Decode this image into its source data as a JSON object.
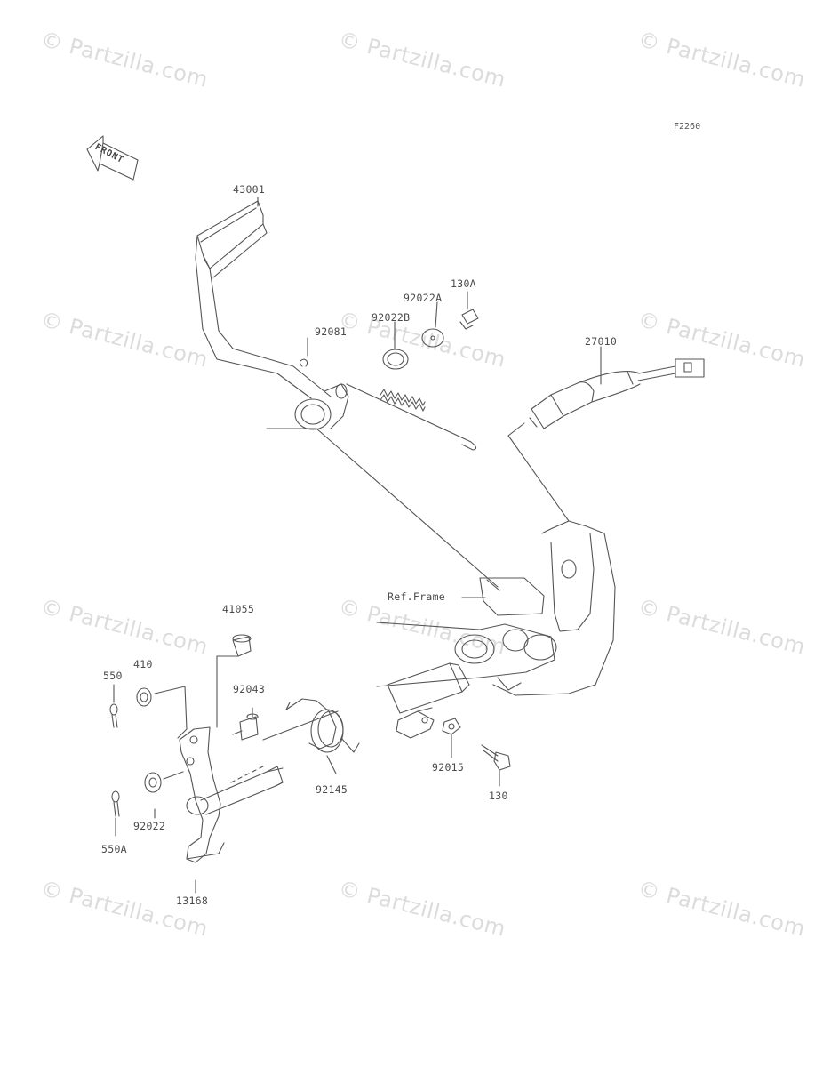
{
  "figure_id": "F2260",
  "front_label": "FRONT",
  "watermark": "© Partzilla.com",
  "parts": {
    "p43001": "43001",
    "p130A": "130A",
    "p92022A": "92022A",
    "p92022B": "92022B",
    "p92081": "92081",
    "p27010": "27010",
    "ref_frame": "Ref.Frame",
    "p41055": "41055",
    "p410": "410",
    "p550": "550",
    "p92043": "92043",
    "p92145": "92145",
    "p92015": "92015",
    "p130": "130",
    "p92022": "92022",
    "p550A": "550A",
    "p13168": "13168"
  }
}
